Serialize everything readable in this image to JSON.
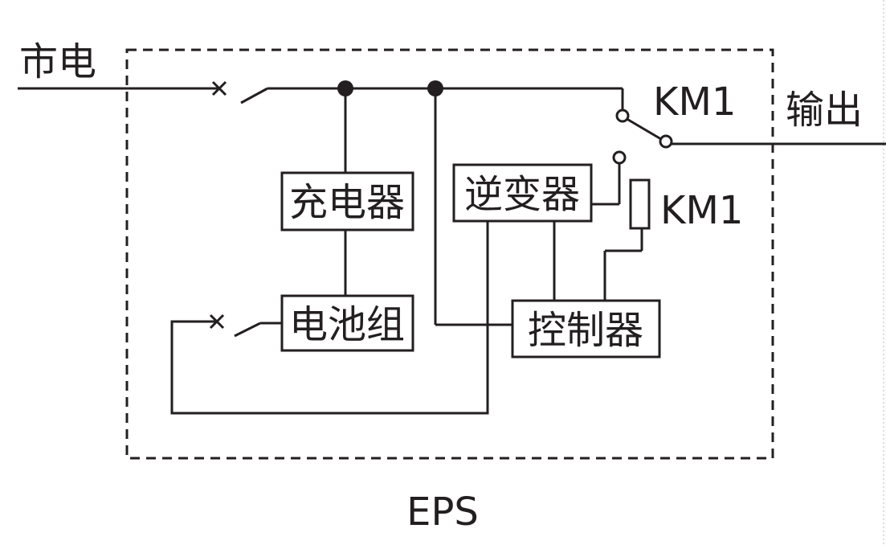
{
  "labels": {
    "mains": "市电",
    "output": "输出",
    "contact": "KM1",
    "coil": "KM1",
    "charger": "充电器",
    "inverter": "逆变器",
    "battery": "电池组",
    "controller": "控制器",
    "system": "EPS"
  },
  "colors": {
    "line": "#231f20",
    "background": "#ffffff"
  }
}
